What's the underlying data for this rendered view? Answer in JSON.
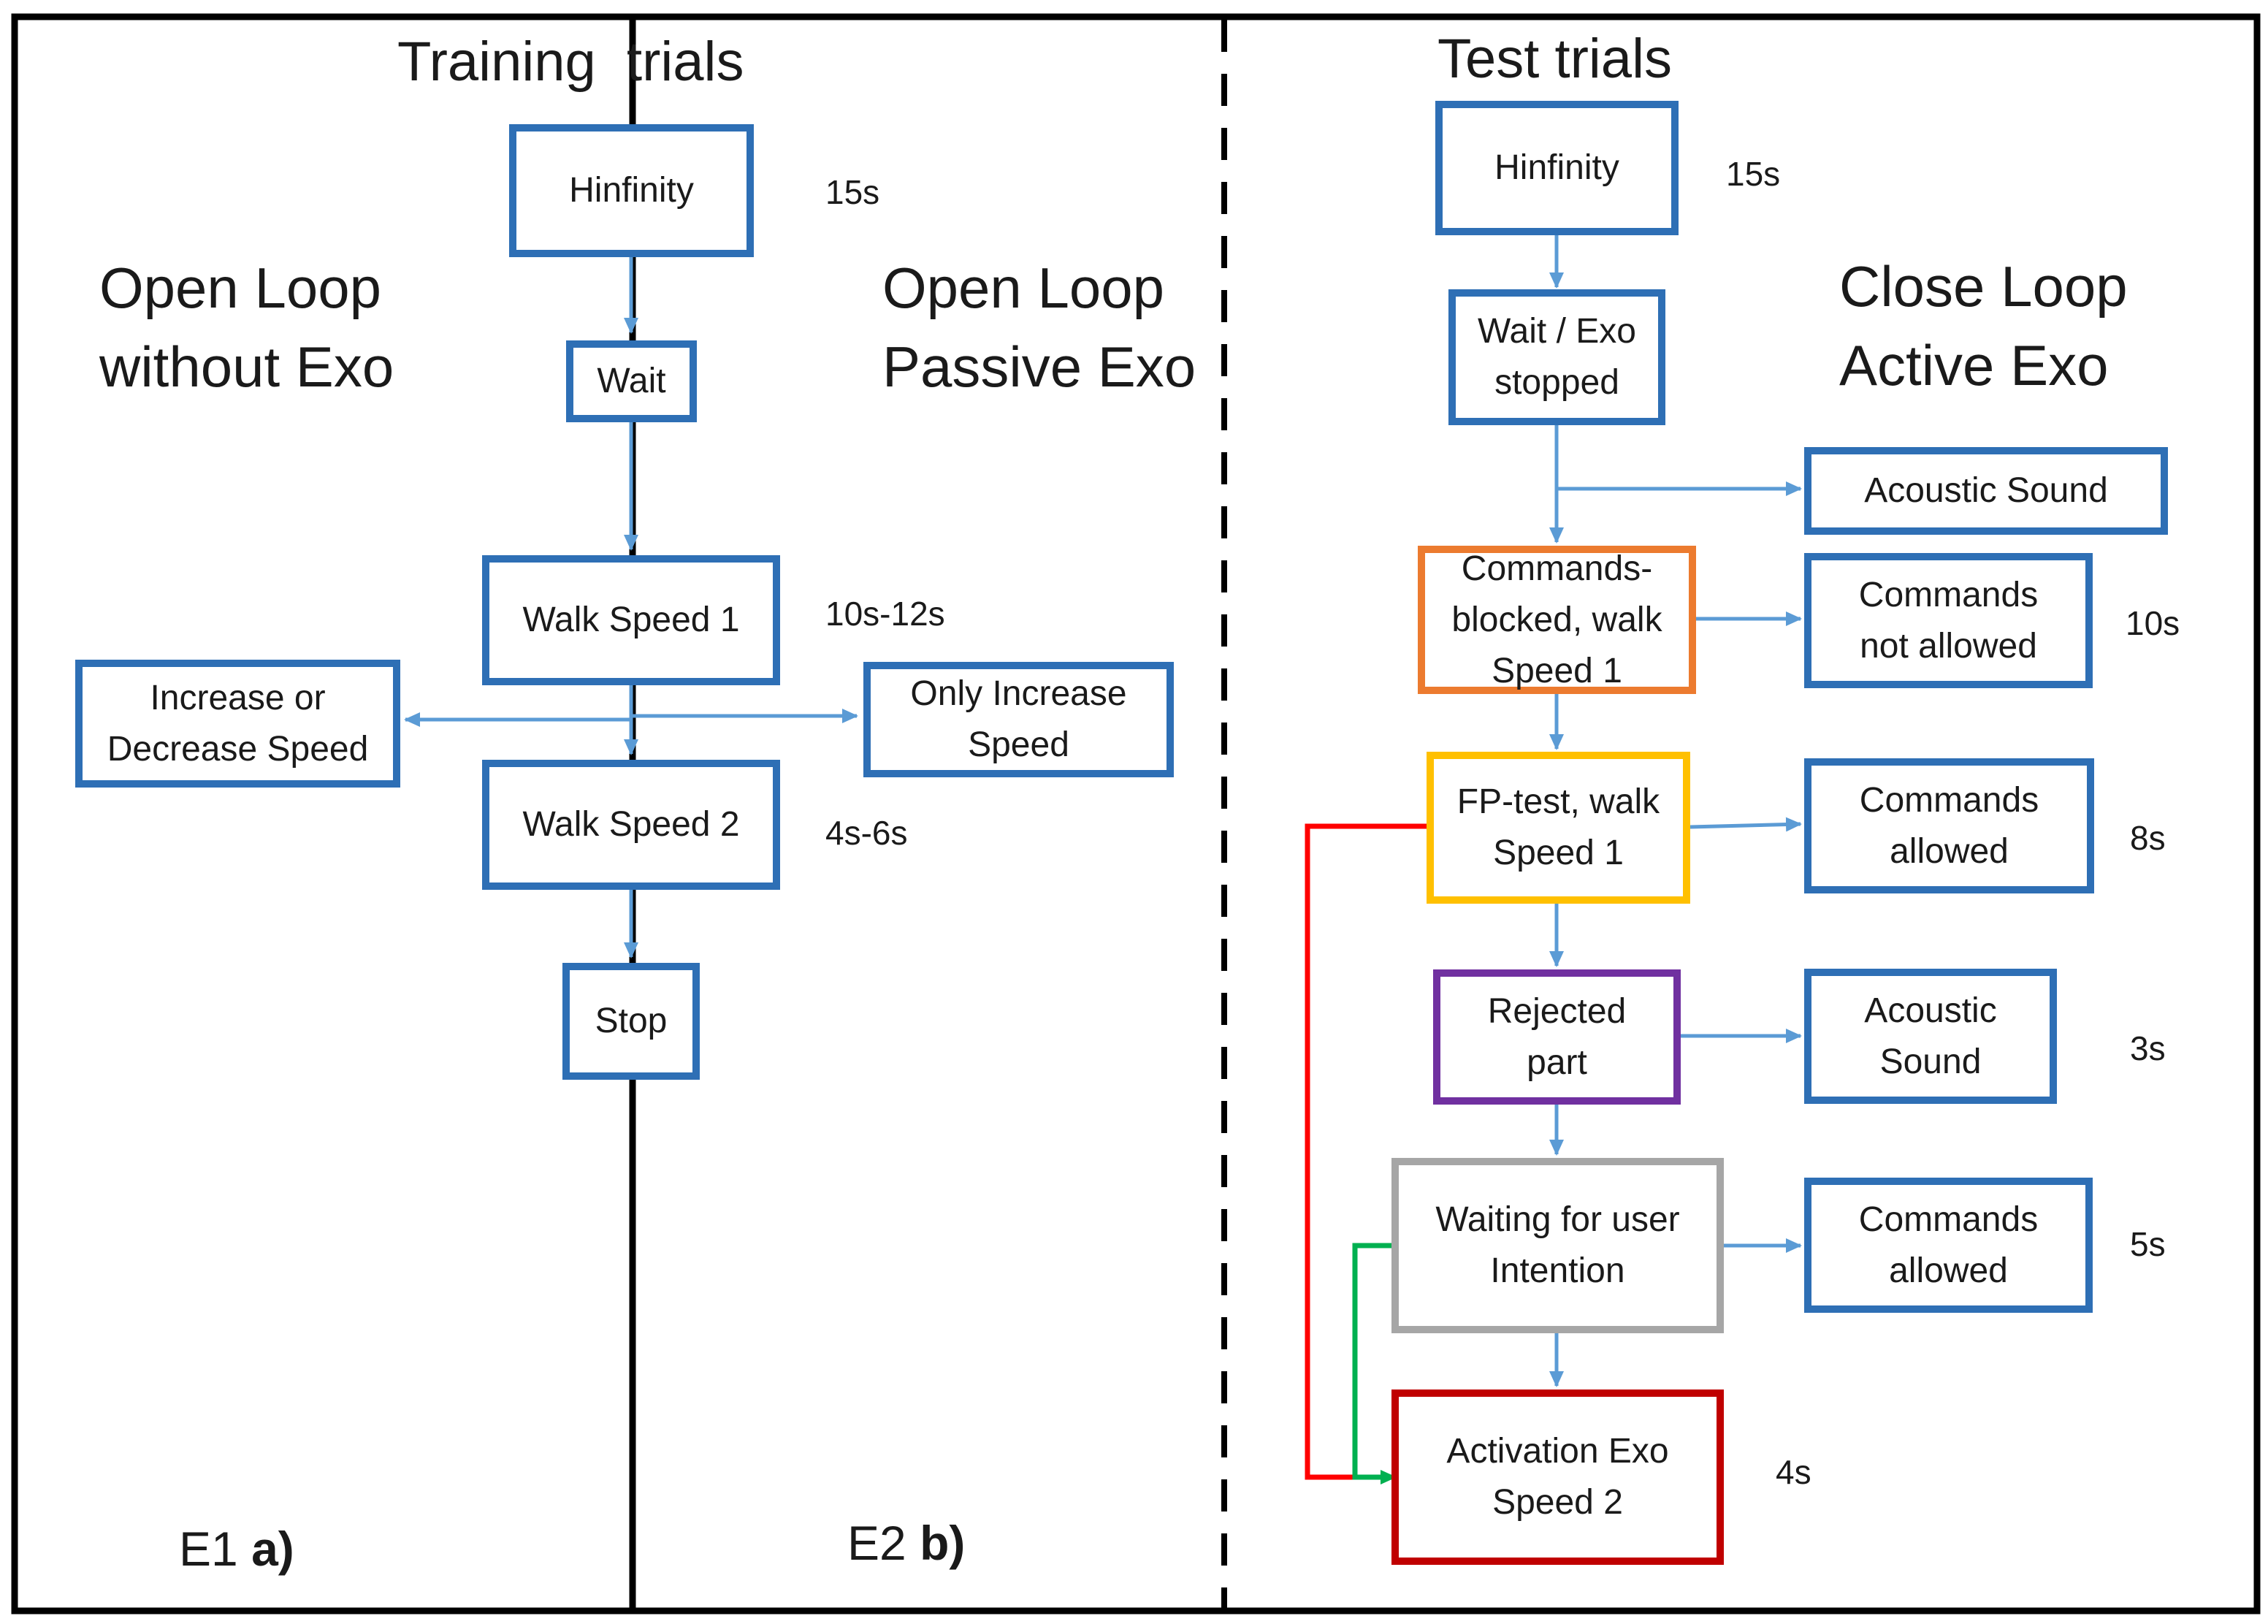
{
  "training": {
    "title": "Training  trials",
    "label_left": "Open Loop\nwithout Exo",
    "label_right": "Open Loop\nPassive Exo",
    "steps": {
      "hinfinity": "Hinfinity",
      "wait": "Wait",
      "walk1": "Walk Speed 1",
      "walk2": "Walk Speed 2",
      "stop": "Stop"
    },
    "side": {
      "increase_decrease": [
        "Increase or",
        "Decrease Speed"
      ],
      "only_increase": [
        "Only Increase",
        "Speed"
      ]
    },
    "durations": {
      "hinfinity": "15s",
      "walk1": "10s-12s",
      "walk2": "4s-6s"
    },
    "panel_a": {
      "prefix": "E1 ",
      "letter": "a)"
    },
    "panel_b": {
      "prefix": "E2 ",
      "letter": "b)"
    }
  },
  "test": {
    "title": "Test trials",
    "label": "Close Loop\nActive Exo",
    "steps": {
      "hinfinity": [
        "Hinfinity"
      ],
      "wait_exo": [
        "Wait / Exo",
        "stopped"
      ],
      "commands_blocked": [
        "Commands-",
        "blocked, walk",
        "Speed 1"
      ],
      "fp_test": [
        "FP-test, walk",
        "Speed 1"
      ],
      "rejected": [
        "Rejected",
        "part"
      ],
      "waiting_user": [
        "Waiting for user",
        "Intention"
      ],
      "activation": [
        "Activation Exo",
        "Speed 2"
      ]
    },
    "outcomes": {
      "acoustic1": [
        "Acoustic Sound"
      ],
      "not_allowed": [
        "Commands",
        "not allowed"
      ],
      "allowed1": [
        "Commands",
        "allowed"
      ],
      "acoustic2": [
        "Acoustic",
        "Sound"
      ],
      "allowed2": [
        "Commands",
        "allowed"
      ]
    },
    "durations": {
      "hinfinity": "15s",
      "not_allowed": "10s",
      "allowed1": "8s",
      "acoustic2": "3s",
      "allowed2": "5s",
      "activation": "4s"
    }
  },
  "colors": {
    "frame": "#000000",
    "box_default": "#2e6fb5",
    "arrow": "#5b9bd5",
    "commands_blocked": "#ec7b2f",
    "fp_test": "#ffc000",
    "rejected": "#7030a0",
    "waiting_user": "#a6a6a6",
    "activation": "#c00000",
    "feedback_red": "#ff0000",
    "feedback_green": "#00b050"
  }
}
